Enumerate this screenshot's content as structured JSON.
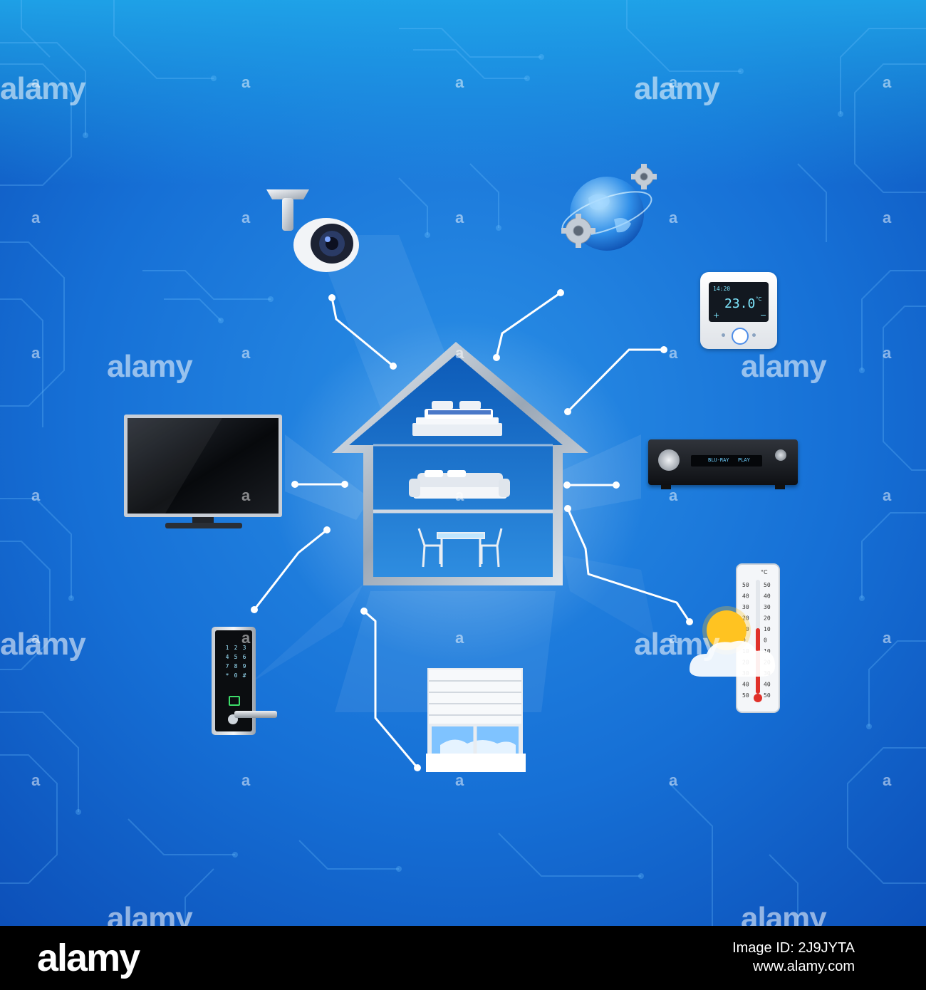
{
  "watermark": {
    "brand": "alamy",
    "mark": "a"
  },
  "thermostat": {
    "time": "14:20",
    "temperature": "23.0",
    "unit": "°C",
    "plus": "+",
    "minus": "−"
  },
  "media_player": {
    "labels": [
      "BLU-RAY",
      "PLAY"
    ]
  },
  "thermometer": {
    "unit": "°C",
    "left_scale": [
      "50",
      "40",
      "30",
      "20",
      "10",
      "0",
      "10",
      "20",
      "30",
      "40",
      "50"
    ],
    "right_scale": [
      "50",
      "40",
      "30",
      "20",
      "10",
      "0",
      "10",
      "20",
      "30",
      "40",
      "50"
    ]
  },
  "keypad": {
    "keys": [
      "1",
      "2",
      "3",
      "4",
      "5",
      "6",
      "7",
      "8",
      "9",
      "*",
      "0",
      "#"
    ]
  },
  "footer": {
    "logo": "alamy",
    "image_id": "Image ID: 2J9JYTA",
    "site": "www.alamy.com"
  },
  "colors": {
    "background_top": "#1a9be0",
    "background_bottom": "#0b56c4",
    "wire": "#ffffff",
    "house_frame": "#c9d2de"
  }
}
